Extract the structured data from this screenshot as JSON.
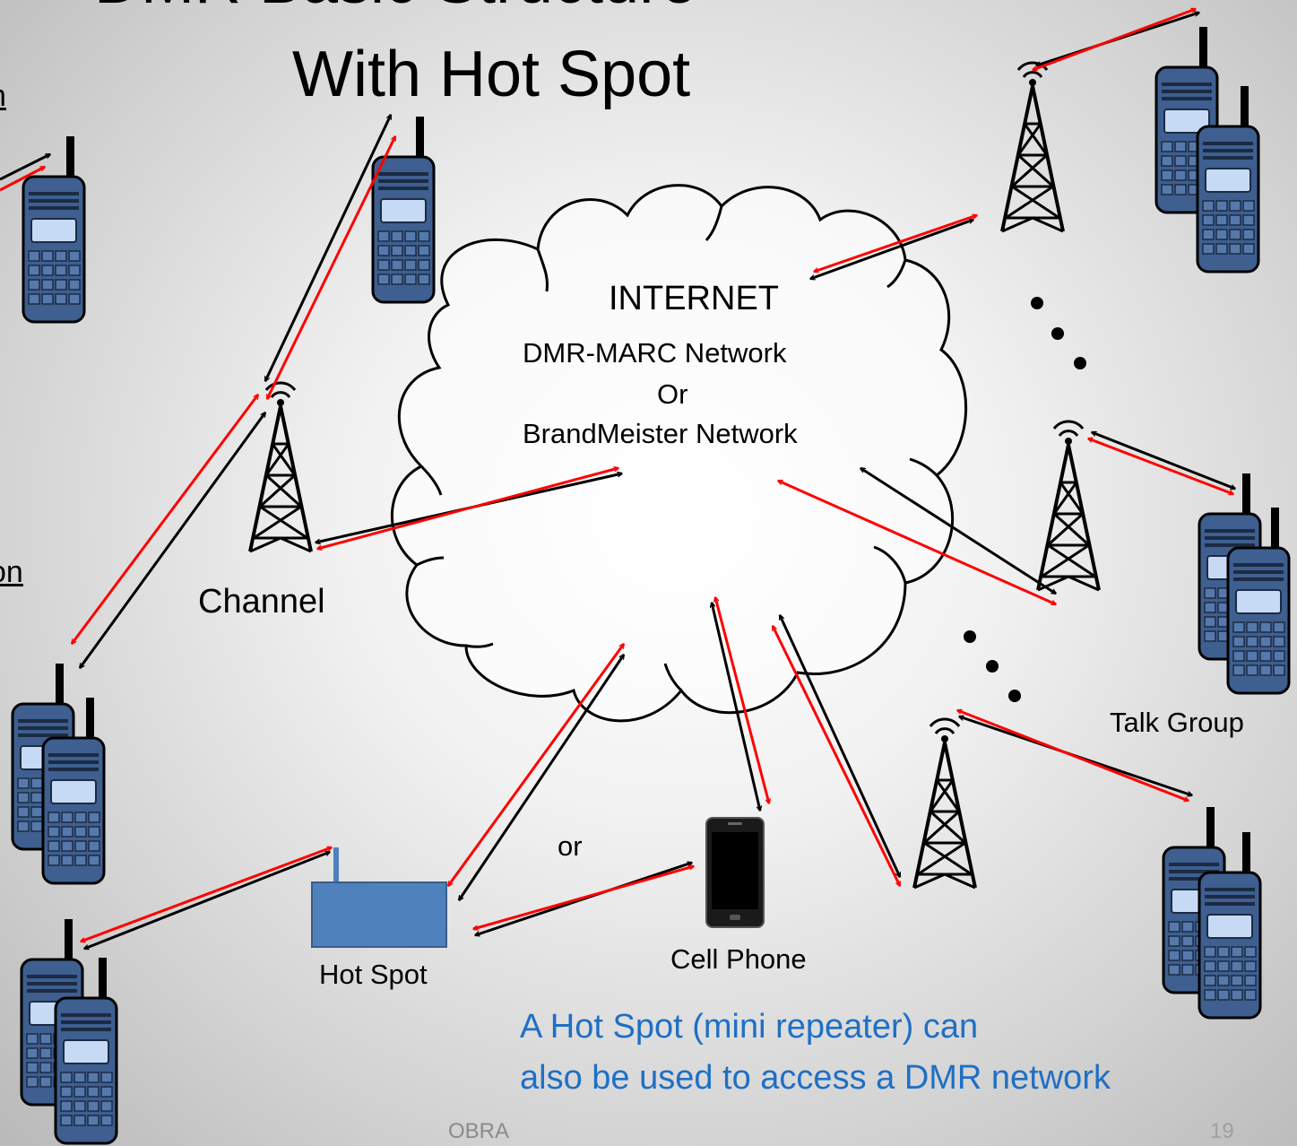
{
  "slide": {
    "title_line1": "DMR Basic Structure",
    "title_line2": "With Hot Spot",
    "edge_label_1": "n",
    "edge_label_2": "on",
    "footer": "OBRA",
    "page_number": "19"
  },
  "cloud": {
    "title": "INTERNET",
    "line1": "DMR-MARC Network",
    "line2": "Or",
    "line3": "BrandMeister Network"
  },
  "labels": {
    "channel": "Channel",
    "talk_group": "Talk Group",
    "or": "or",
    "hot_spot": "Hot Spot",
    "cell_phone": "Cell Phone"
  },
  "note": {
    "line1": "A Hot Spot (mini repeater) can",
    "line2": "also be used to access a DMR network"
  },
  "colors": {
    "radio_body": "#3e5f8f",
    "radio_screen": "#c6daf5",
    "hotspot_box": "#4f81bd",
    "arrow_red": "#ff0000",
    "arrow_black": "#000000",
    "note_text": "#1f6fc5"
  }
}
